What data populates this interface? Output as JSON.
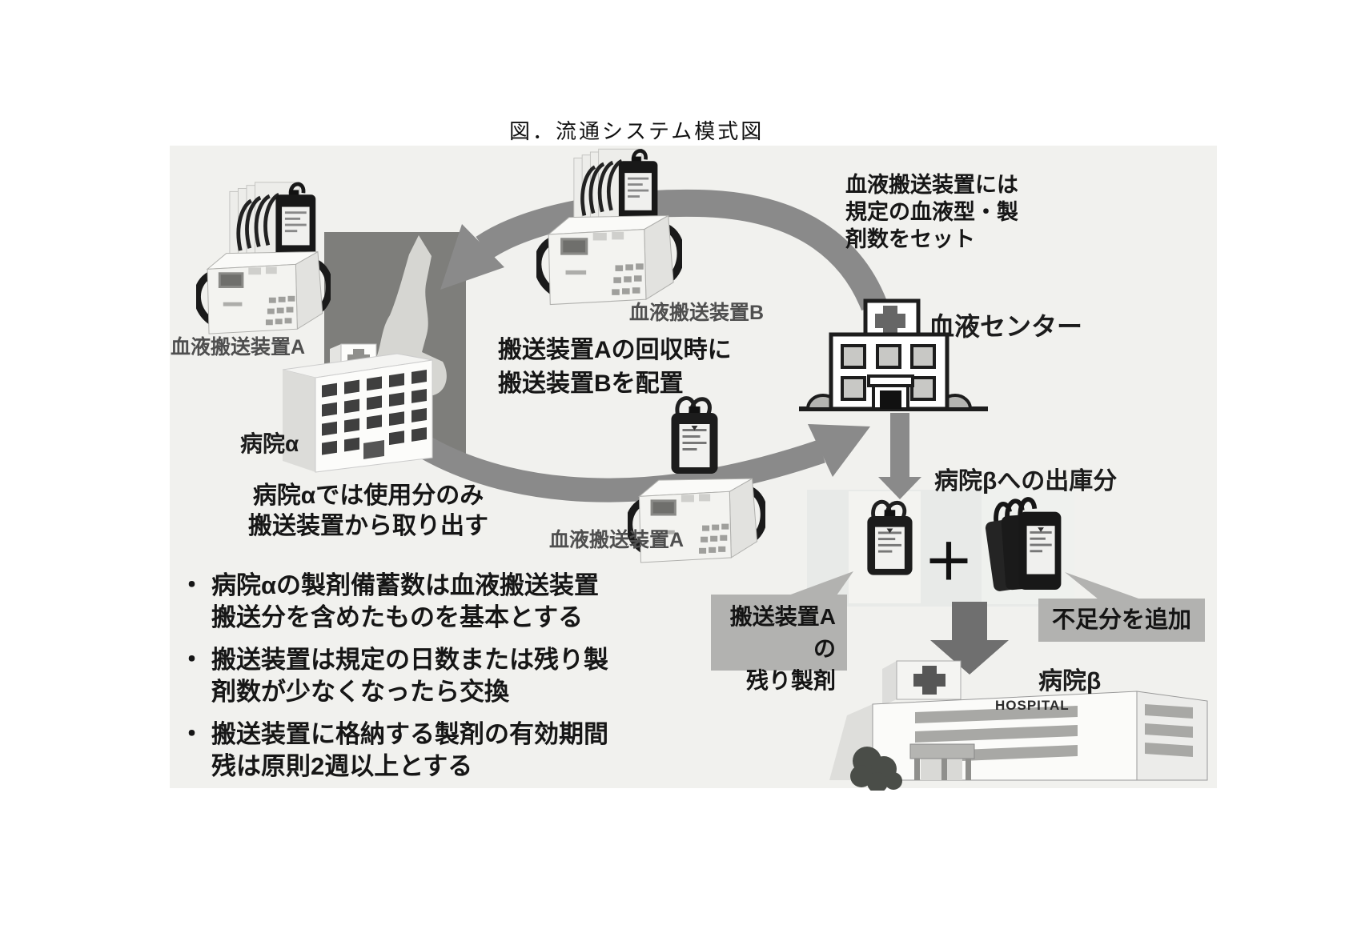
{
  "title": "図．流通システム模式図",
  "labels": {
    "device_a_top": "血液搬送装置A",
    "device_b": "血液搬送装置B",
    "device_a_mid": "血液搬送装置A",
    "hospital_alpha": "病院α",
    "blood_center": "血液センター",
    "hospital_beta": "病院β",
    "hospital_sign": "HOSPITAL",
    "shipment": "病院βへの出庫分",
    "plus": "＋"
  },
  "notes": {
    "center_setup": {
      "line1": "血液搬送装置には",
      "line2": "規定の血液型・製",
      "line3": "剤数をセット"
    },
    "swap": {
      "line1": "搬送装置Aの回収時に",
      "line2": "搬送装置Bを配置"
    },
    "alpha_usage": {
      "line1": "病院αでは使用分のみ",
      "line2": "搬送装置から取り出す"
    }
  },
  "callouts": {
    "remaining": {
      "line1": "搬送装置Aの",
      "line2": "残り製剤"
    },
    "shortage": "不足分を追加"
  },
  "bullets": {
    "marker": "・",
    "items": [
      {
        "line1": "病院αの製剤備蓄数は血液搬送装置",
        "line2": "搬送分を含めたものを基本とする"
      },
      {
        "line1": "搬送装置は規定の日数または残り製",
        "line2": "剤数が少なくなったら交換"
      },
      {
        "line1": "搬送装置に格納する製剤の有効期間",
        "line2": "残は原則2週以上とする"
      }
    ]
  },
  "colors": {
    "panel_bg": "#f1f1ee",
    "bags_panel_bg": "#e8eae8",
    "arrow_gray": "#8a8a8a",
    "arrow_dark": "#6f6f6f",
    "callout_bg": "#b2b2b0",
    "map_sea": "#7e7e7b",
    "map_island": "#d6d6d2",
    "device_label_gray": "#4f4f4f",
    "text_black": "#1c1c1c"
  }
}
